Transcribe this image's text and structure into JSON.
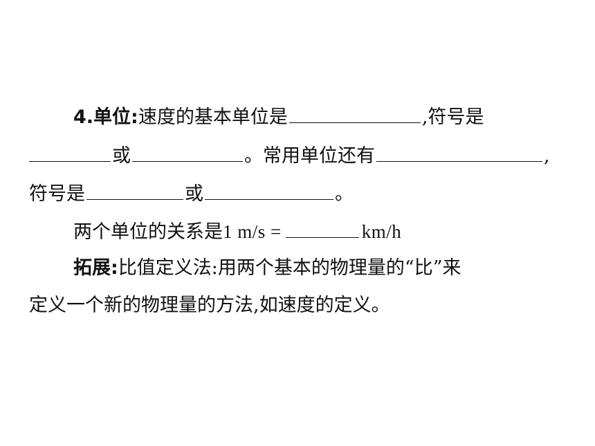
{
  "item": {
    "number": "4.",
    "label": "单位",
    "colon": ":",
    "text1": "速度的基本单位是",
    "comma1": ",",
    "text2": "符号是",
    "or1": "或",
    "period1": "。",
    "text3": "常用单位还有",
    "comma2": ",",
    "text4": "符号是",
    "or2": "或",
    "period2": "。"
  },
  "relation": {
    "text": "两个单位的关系是",
    "value": "1 m/s =",
    "unit": "km/h"
  },
  "extension": {
    "label": "拓展",
    "colon": ":",
    "line1": "比值定义法:用两个基本的物理量的“比”来",
    "line2": "定义一个新的物理量的方法,如速度的定义。"
  }
}
